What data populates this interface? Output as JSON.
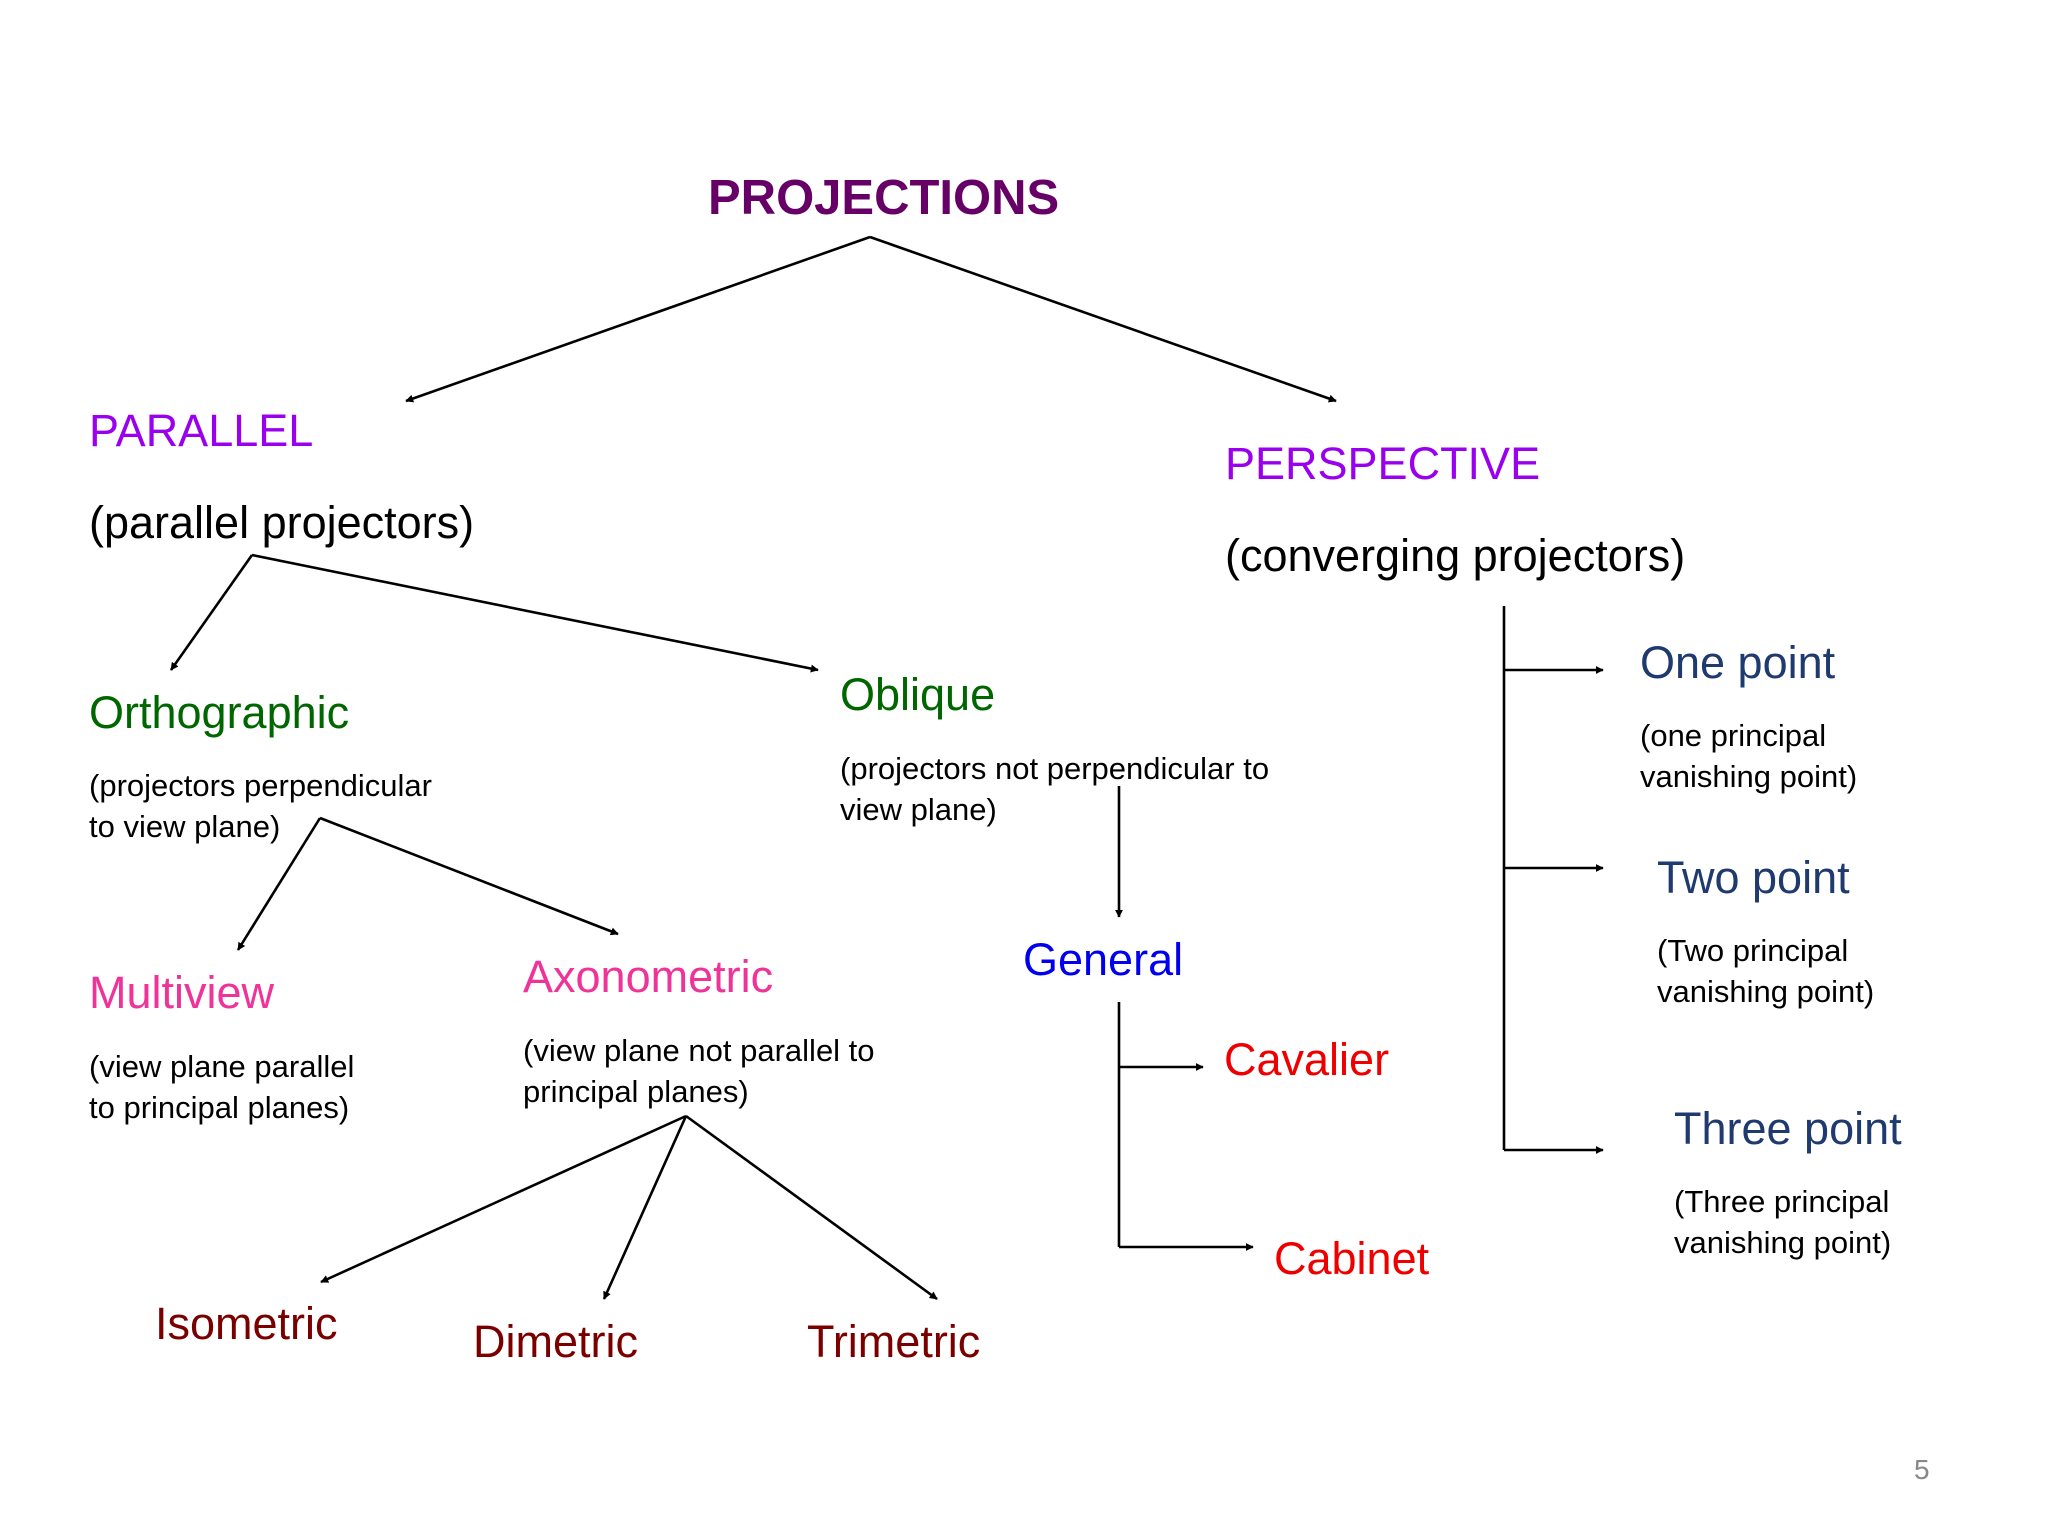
{
  "root": "PROJECTIONS",
  "parallel": {
    "title": "PARALLEL",
    "note": "(parallel projectors)"
  },
  "perspective": {
    "title": "PERSPECTIVE",
    "note": "(converging projectors)"
  },
  "orthographic": {
    "title": "Orthographic",
    "note": "(projectors perpendicular\nto view plane)"
  },
  "oblique": {
    "title": "Oblique",
    "note": "(projectors not perpendicular to\nview plane)"
  },
  "multiview": {
    "title": "Multiview",
    "note": "(view plane parallel\nto principal planes)"
  },
  "axonometric": {
    "title": "Axonometric",
    "note": "(view plane not parallel to\nprincipal planes)"
  },
  "axonometric_types": {
    "isometric": "Isometric",
    "dimetric": "Dimetric",
    "trimetric": "Trimetric"
  },
  "oblique_types": {
    "general": "General",
    "cavalier": "Cavalier",
    "cabinet": "Cabinet"
  },
  "perspective_types": {
    "one": {
      "title": "One point",
      "note": "(one principal\nvanishing point)"
    },
    "two": {
      "title": "Two point",
      "note": "(Two principal\nvanishing point)"
    },
    "three": {
      "title": "Three point",
      "note": "(Three principal\nvanishing point)"
    }
  },
  "page_number": "5",
  "colors": {
    "root": "#660066",
    "level1": "#9900ee",
    "orthographic_oblique": "#006600",
    "multiview_axonometric": "#ee3399",
    "axonometric_leaves": "#7a0000",
    "general": "#0000ee",
    "cavalier_cabinet": "#ee0000",
    "perspective_types": "#1f3a6e",
    "arrows": "#000000"
  }
}
